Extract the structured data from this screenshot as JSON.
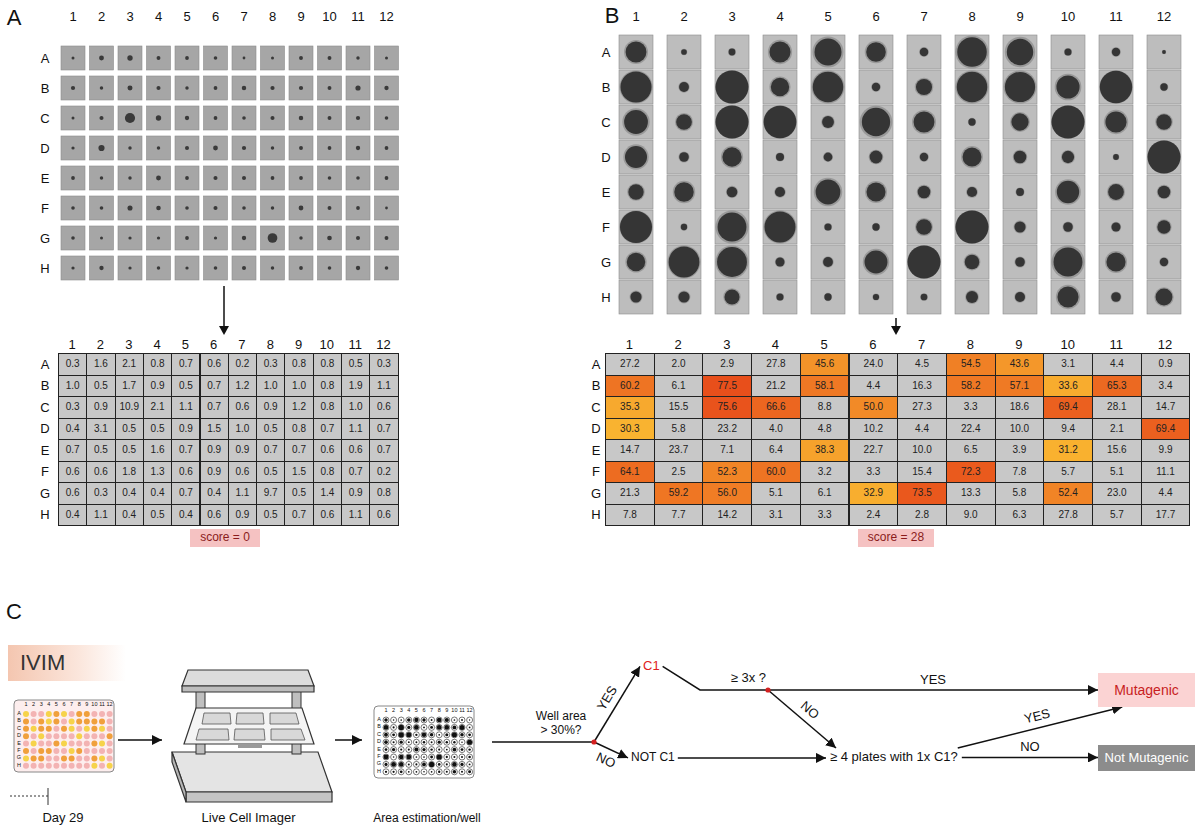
{
  "diagram": {
    "nodes": [
      {
        "text": [
          "score = 0"
        ]
      },
      {
        "text": [
          "score = 28"
        ]
      },
      {
        "text": [
          "IVIM"
        ]
      },
      {
        "text": [
          "Day 29"
        ]
      },
      {
        "text": [
          "Live Cell Imager"
        ]
      },
      {
        "text": [
          "Area estimation/well"
        ]
      },
      {
        "text": [
          "Well area > 30%?"
        ]
      },
      {
        "text": [
          "C1"
        ]
      },
      {
        "text": [
          "≥ 3x ?"
        ]
      },
      {
        "text": [
          "NOT C1"
        ]
      },
      {
        "text": [
          "≥ 4 plates with 1x C1?"
        ]
      },
      {
        "text": [
          "Mutagenic"
        ]
      },
      {
        "text": [
          "Not Mutagenic"
        ]
      }
    ],
    "edges": [
      {
        "from": 3,
        "to": 4,
        "arrow": "to"
      },
      {
        "from": 4,
        "to": 5,
        "arrow": "to"
      },
      {
        "from": 5,
        "to": 6,
        "arrow": "none"
      },
      {
        "from": 6,
        "to": 7,
        "label": "YES",
        "arrow": "to"
      },
      {
        "from": 6,
        "to": 9,
        "label": "NO",
        "arrow": "to"
      },
      {
        "from": 7,
        "to": 8,
        "arrow": "none"
      },
      {
        "from": 8,
        "to": 11,
        "label": "YES",
        "arrow": "to"
      },
      {
        "from": 8,
        "to": 10,
        "label": "NO",
        "arrow": "to"
      },
      {
        "from": 9,
        "to": 10,
        "arrow": "to"
      },
      {
        "from": 10,
        "to": 11,
        "label": "YES",
        "arrow": "to"
      },
      {
        "from": 10,
        "to": 12,
        "label": "NO",
        "arrow": "to"
      }
    ],
    "labels": [
      "A",
      "1",
      "2",
      "3",
      "4",
      "5",
      "6",
      "7",
      "8",
      "9",
      "10",
      "11",
      "12",
      "A",
      "B",
      "C",
      "D",
      "E",
      "F",
      "G",
      "H",
      "1",
      "2",
      "3",
      "4",
      "5",
      "6",
      "7",
      "8",
      "9",
      "10",
      "11",
      "12",
      "A",
      "B",
      "C",
      "D",
      "E",
      "F",
      "G",
      "H",
      "0.3",
      "1.6",
      "2.1",
      "0.8",
      "0.7",
      "0.6",
      "0.2",
      "0.3",
      "0.8",
      "0.8",
      "0.5",
      "0.3",
      "1.0",
      "0.5",
      "1.7",
      "0.9",
      "0.5",
      "0.7",
      "1.2",
      "1.0",
      "1.0",
      "0.8",
      "1.9",
      "1.1",
      "0.3",
      "0.9",
      "10.9",
      "2.1",
      "1.1",
      "0.7",
      "0.6",
      "0.9",
      "1.2",
      "0.8",
      "1.0",
      "0.6",
      "0.4",
      "3.1",
      "0.5",
      "0.5",
      "0.9",
      "1.5",
      "1.0",
      "0.5",
      "0.8",
      "0.7",
      "1.1",
      "0.7",
      "0.7",
      "0.5",
      "0.5",
      "1.6",
      "0.7",
      "0.9",
      "0.9",
      "0.7",
      "0.7",
      "0.6",
      "0.6",
      "0.7",
      "0.6",
      "0.6",
      "1.8",
      "1.3",
      "0.6",
      "0.9",
      "0.6",
      "0.5",
      "1.5",
      "0.8",
      "0.7",
      "0.2",
      "0.6",
      "0.3",
      "0.4",
      "0.4",
      "0.7",
      "0.4",
      "1.1",
      "9.7",
      "0.5",
      "1.4",
      "0.9",
      "0.8",
      "0.4",
      "1.1",
      "0.4",
      "0.5",
      "0.4",
      "0.6",
      "0.9",
      "0.5",
      "0.7",
      "0.6",
      "1.1",
      "0.6",
      "B",
      "1",
      "2",
      "3",
      "4",
      "5",
      "6",
      "7",
      "8",
      "9",
      "10",
      "11",
      "12",
      "A",
      "B",
      "C",
      "D",
      "E",
      "F",
      "G",
      "H",
      "1",
      "2",
      "3",
      "4",
      "5",
      "6",
      "7",
      "8",
      "9",
      "10",
      "11",
      "12",
      "A",
      "B",
      "C",
      "D",
      "E",
      "F",
      "G",
      "H",
      "27.2",
      "2.0",
      "2.9",
      "27.8",
      "45.6",
      "24.0",
      "4.5",
      "54.5",
      "43.6",
      "3.1",
      "4.4",
      "0.9",
      "60.2",
      "6.1",
      "77.5",
      "21.2",
      "58.1",
      "4.4",
      "16.3",
      "58.2",
      "57.1",
      "33.6",
      "65.3",
      "3.4",
      "35.3",
      "15.5",
      "75.6",
      "66.6",
      "8.8",
      "50.0",
      "27.3",
      "3.3",
      "18.6",
      "69.4",
      "28.1",
      "14.7",
      "30.3",
      "5.8",
      "23.2",
      "4.0",
      "4.8",
      "10.2",
      "4.4",
      "22.4",
      "10.0",
      "9.4",
      "2.1",
      "69.4",
      "14.7",
      "23.7",
      "7.1",
      "6.4",
      "38.3",
      "22.7",
      "10.0",
      "6.5",
      "3.9",
      "31.2",
      "15.6",
      "9.9",
      "64.1",
      "2.5",
      "52.3",
      "60.0",
      "3.2",
      "3.3",
      "15.4",
      "72.3",
      "7.8",
      "5.7",
      "5.1",
      "11.1",
      "21.3",
      "59.2",
      "56.0",
      "5.1",
      "6.1",
      "32.9",
      "73.5",
      "13.3",
      "5.8",
      "52.4",
      "23.0",
      "4.4",
      "7.8",
      "7.7",
      "14.2",
      "3.1",
      "3.3",
      "2.4",
      "2.8",
      "9.0",
      "6.3",
      "27.8",
      "5.7",
      "17.7",
      "C",
      "1",
      "2",
      "3",
      "4",
      "5",
      "6",
      "7",
      "8",
      "9",
      "10",
      "11",
      "12",
      "A",
      "B",
      "C",
      "D",
      "E",
      "F",
      "G",
      "H",
      "1",
      "2",
      "3",
      "4",
      "5",
      "6",
      "7",
      "8",
      "9",
      "10",
      "11",
      "12",
      "A",
      "B",
      "C",
      "D",
      "E",
      "F",
      "G",
      "H"
    ]
  }
}
